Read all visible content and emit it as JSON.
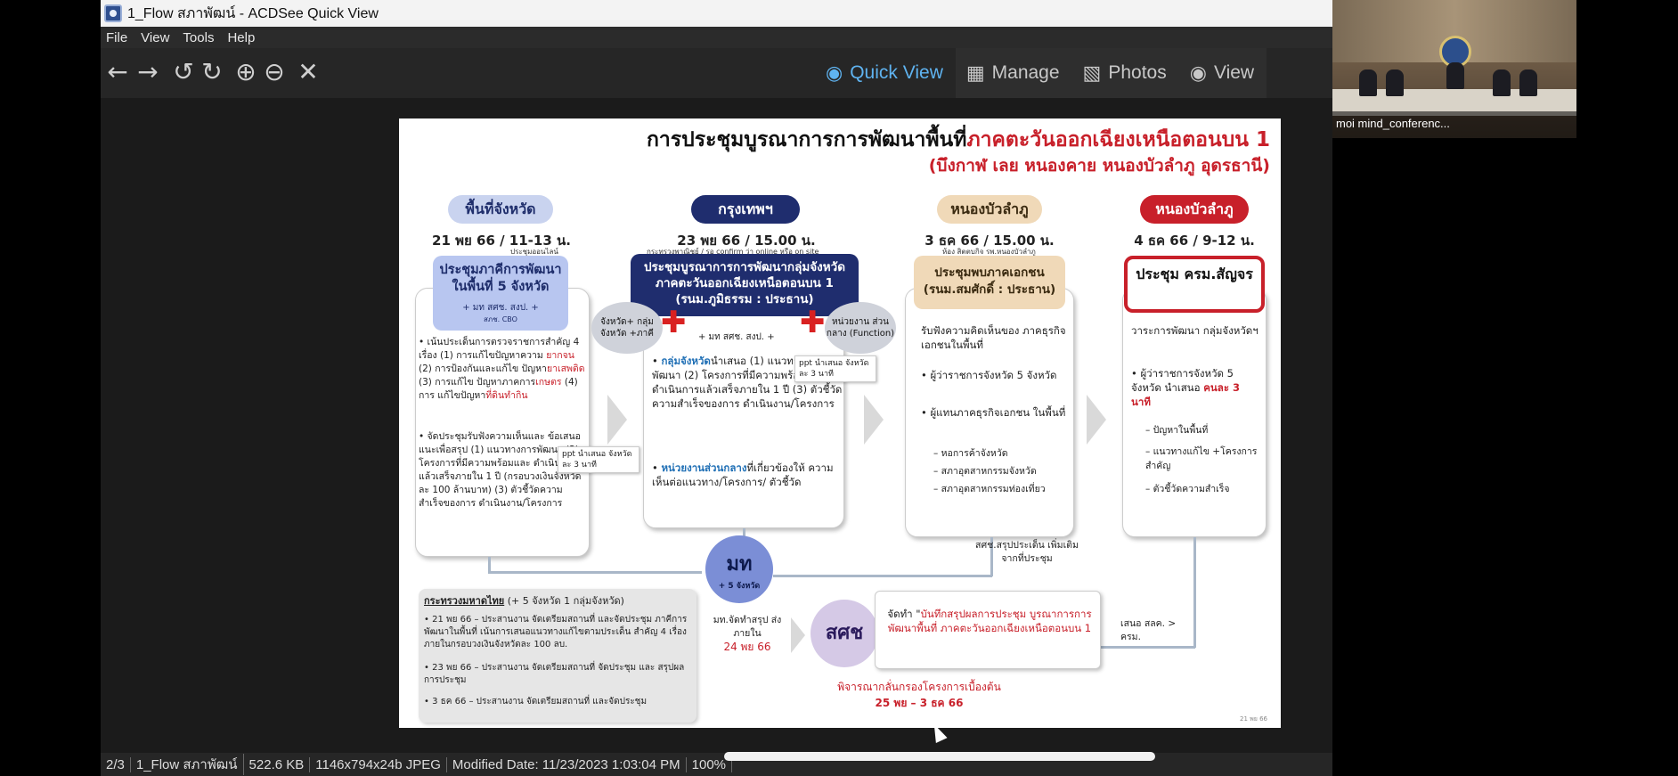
{
  "window": {
    "title": "1_Flow สภาพัฒน์ - ACDSee Quick View"
  },
  "menu": [
    "File",
    "View",
    "Tools",
    "Help"
  ],
  "toolbar": {
    "icons": [
      "back-arrow-icon",
      "forward-arrow-icon",
      "rotate-left-icon",
      "rotate-right-icon",
      "zoom-in-icon",
      "zoom-out-icon",
      "close-icon"
    ],
    "modes": [
      {
        "label": "Quick View",
        "icon": "eye-icon",
        "active": true
      },
      {
        "label": "Manage",
        "icon": "grid-icon",
        "active": false
      },
      {
        "label": "Photos",
        "icon": "photos-icon",
        "active": false
      },
      {
        "label": "View",
        "icon": "eye-icon",
        "active": false
      }
    ]
  },
  "statusbar": {
    "index": "2/3",
    "filename": "1_Flow สภาพัฒน์",
    "size": "522.6 KB",
    "dimensions": "1146x794x24b JPEG",
    "modified": "Modified Date: 11/23/2023 1:03:04 PM",
    "zoom": "100%"
  },
  "webcam": {
    "caption": "moi mind_conferenc..."
  },
  "slide": {
    "title_black": "การประชุมบูรณาการการพัฒนาพื้นที่",
    "title_red": "ภาคตะวันออกเฉียงเหนือตอนบน 1",
    "subtitle": "(บึงกาฬ เลย หนองคาย หนองบัวลำภู อุดรธานี)",
    "col1": {
      "pill": "พื้นที่จังหวัด",
      "date": "21 พย 66 / 11-13 น.",
      "note": "ประชุมออนไลน์",
      "header": "ประชุมภาคีการพัฒนา ในพื้นที่ 5 จังหวัด",
      "header_sub": "+ มท สศช. สงป. +",
      "header_sub2": "สภช.   CBO",
      "b1_1": "• เน้นประเด็นการตรวจราชการสำคัญ 4 เรื่อง (1) การแก้ไขปัญหาความ",
      "b1_2": "ยากจน",
      "b1_3": "(2) การป้องกันและแก้ไข ปัญหา",
      "b1_4": "ยาเสพติด",
      "b1_5": "(3) การแก้ไข ปัญหาภาคการ",
      "b1_6": "เกษตร",
      "b1_7": "(4) การ แก้ไขปัญหา",
      "b1_8": "ที่ดินทำกิน",
      "b2": "• จัดประชุมรับฟังความเห็นและ ข้อเสนอแนะเพื่อสรุป (1) แนวทางการพัฒนา (2) โครงการที่มีความพร้อมและ ดำเนินการแล้วเสร็จภายใน 1 ปี (กรอบวงเงินจังหวัดละ 100 ล้านบาท) (3) ตัวชี้วัดความสำเร็จของการ ดำเนินงาน/โครงการ",
      "ppt": "ppt นำเสนอ จังหวัดละ 3 นาที"
    },
    "col2": {
      "pill": "กรุงเทพฯ",
      "date": "23 พย 66 / 15.00 น.",
      "note": "กระทรวงพาณิชย์ / รอ confirm ว่า online หรือ on site",
      "header": "ประชุมบูรณาการการพัฒนากลุ่มจังหวัด ภาคตะวันออกเฉียงเหนือตอนบน 1 (รนม.ภูมิธรรม : ประธาน)",
      "header_sub": "+ มท สศช. สงป. +",
      "bubble_left": "จังหวัด+ กลุ่มจังหวัด +ภาคี",
      "bubble_right": "หน่วยงาน ส่วนกลาง (Function)",
      "b1_head": "กลุ่มจังหวัด",
      "b1": "นำเสนอ (1) แนวทางการพัฒนา (2) โครงการที่มีความพร้อมและ ดำเนินการแล้วเสร็จภายใน 1 ปี (3) ตัวชี้วัดความสำเร็จของการ ดำเนินงาน/โครงการ",
      "b2_head": "หน่วยงานส่วนกลาง",
      "b2": "ที่เกี่ยวข้องให้ ความเห็นต่อแนวทาง/โครงการ/ ตัวชี้วัด",
      "ppt": "ppt นำเสนอ จังหวัดละ 3 นาที"
    },
    "col3": {
      "pill": "หนองบัวลำภู",
      "date": "3 ธค 66 / 15.00 น.",
      "note": "ห้อง สิตตบกิจ รพ.หนองบัวลำภู",
      "header": "ประชุมพบภาคเอกชน (รนม.สมศักดิ์ : ประธาน)",
      "intro": "รับฟังความคิดเห็นของ ภาคธุรกิจเอกชนในพื้นที่",
      "b1": "• ผู้ว่าราชการจังหวัด 5 จังหวัด",
      "b2": "• ผู้แทนภาคธุรกิจเอกชน ในพื้นที่",
      "d1": "– หอการค้าจังหวัด",
      "d2": "– สภาอุตสาหกรรมจังหวัด",
      "d3": "– สภาอุตสาหกรรมท่องเที่ยว"
    },
    "col4": {
      "pill": "หนองบัวลำภู",
      "date": "4 ธค 66 / 9-12 น.",
      "header": "ประชุม ครม.สัญจร",
      "intro": "วาระการพัฒนา กลุ่มจังหวัดฯ",
      "b1": "• ผู้ว่าราชการจังหวัด 5 จังหวัด นำเสนอ",
      "b1_red": "คนละ 3 นาที",
      "d1": "– ปัญหาในพื้นที่",
      "d2": "– แนวทางแก้ไข +โครงการสำคัญ",
      "d3": "– ตัวชี้วัดความสำเร็จ"
    },
    "bottom": {
      "moi_head": "กระทรวงมหาดไทย",
      "moi_head2": "(+ 5 จังหวัด 1 กลุ่มจังหวัด)",
      "moi1": "• 21 พย 66 – ประสานงาน จัดเตรียมสถานที่ และจัดประชุม ภาคีการพัฒนาในพื้นที่ เน้นการเสนอแนวทางแก้ไขตามประเด็น สำคัญ 4 เรื่อง ภายในกรอบวงเงินจังหวัดละ 100 ลบ.",
      "moi2": "• 23 พย 66 – ประสานงาน จัดเตรียมสถานที่ จัดประชุม และ สรุปผลการประชุม",
      "moi3": "• 3 ธค 66 – ประสานงาน จัดเตรียมสถานที่ และจัดประชุม",
      "mt": "มท",
      "mt_sub": "+ 5 จังหวัด",
      "mt_summary": "มท.จัดทำสรุป ส่งภายใน",
      "mt_date": "24 พย 66",
      "nesdc": "สศช",
      "nesdc_note": "สศช.สรุปประเด็น เพิ่มเติมจากที่ประชุม",
      "record_1": "จัดทำ \"",
      "record_red": "บันทึกสรุปผลการประชุม บูรณาการการพัฒนาพื้นที่ ภาคตะวันออกเฉียงเหนือตอนบน 1",
      "propose": "เสนอ สลค. > ครม.",
      "screen": "พิจารณากลั่นกรองโครงการเบื้องต้น",
      "screen_date": "25 พย – 3 ธค 66",
      "footer": "21 พย 66"
    }
  }
}
